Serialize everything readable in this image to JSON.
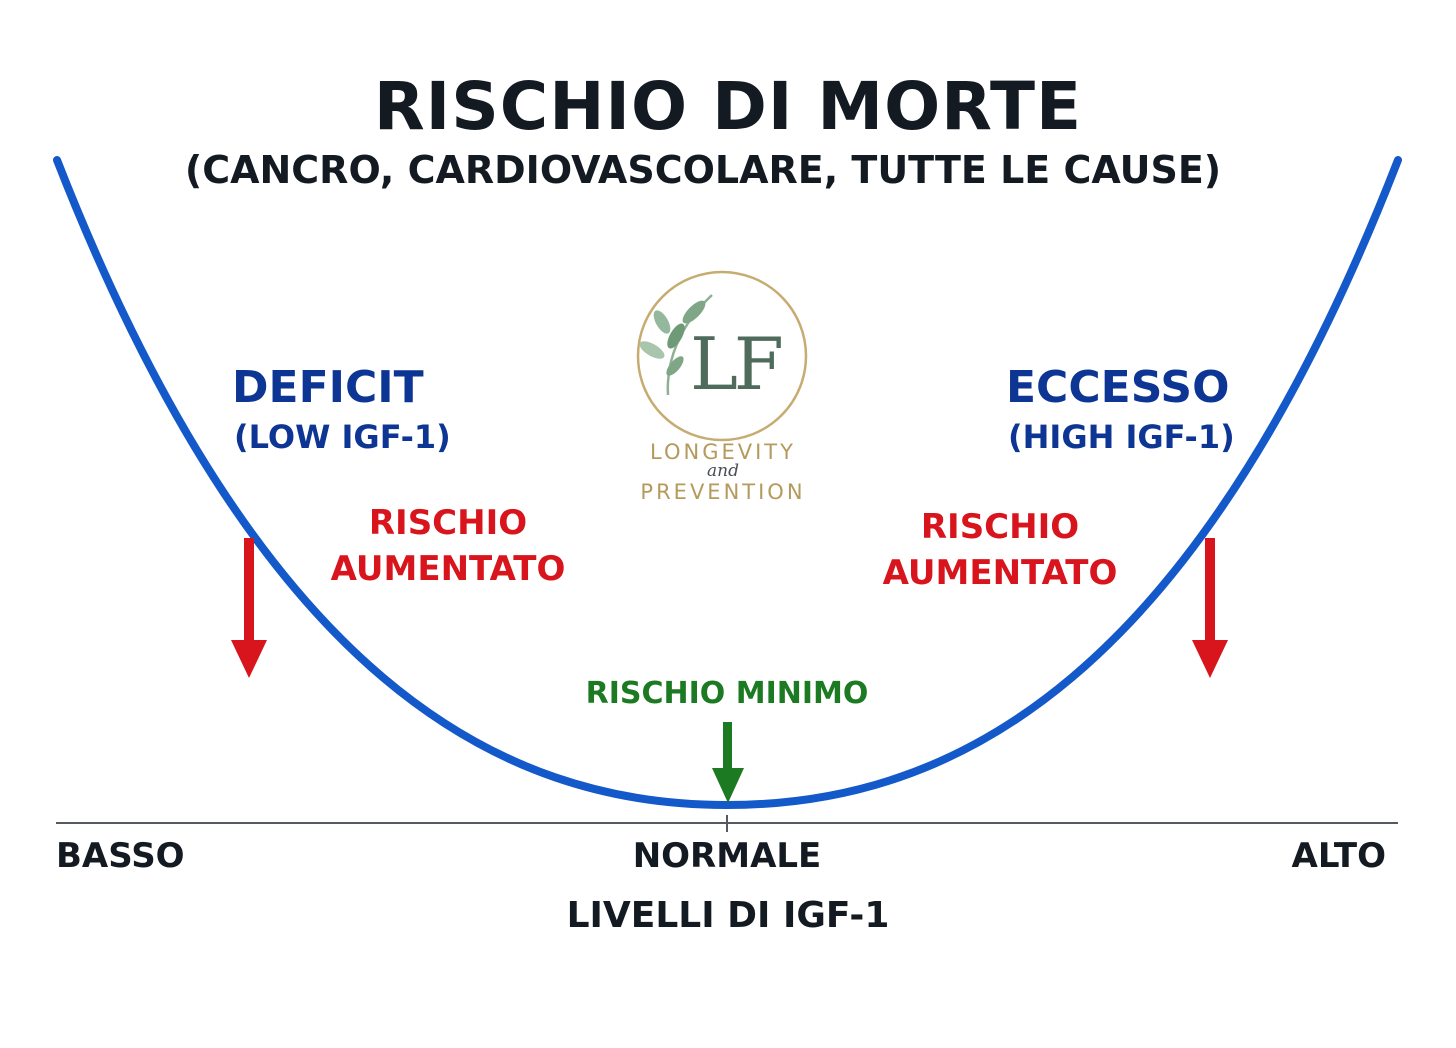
{
  "title": "RISCHIO DI MORTE",
  "subtitle": "(CANCRO, CARDIOVASCOLARE, TUTTE LE CAUSE)",
  "left_zone": {
    "title": "DEFICIT",
    "subtitle": "(LOW IGF-1)",
    "risk_line1": "RISCHIO",
    "risk_line2": "AUMENTATO"
  },
  "right_zone": {
    "title": "ECCESSO",
    "subtitle": "(HIGH IGF-1)",
    "risk_line1": "RISCHIO",
    "risk_line2": "AUMENTATO"
  },
  "minimum_label": "RISCHIO MINIMO",
  "x_axis": {
    "low": "BASSO",
    "mid": "NORMALE",
    "high": "ALTO",
    "title": "LIVELLI DI IGF-1"
  },
  "logo": {
    "monogram": "LF",
    "line1": "LONGEVITY",
    "line2": "and",
    "line3": "PREVENTION"
  },
  "colors": {
    "curve": "#1459c9",
    "zone_text": "#0d3594",
    "risk_red": "#d8141c",
    "risk_green": "#1c7a23",
    "logo_gold": "#b59a5d",
    "logo_green": "#7fa687"
  }
}
